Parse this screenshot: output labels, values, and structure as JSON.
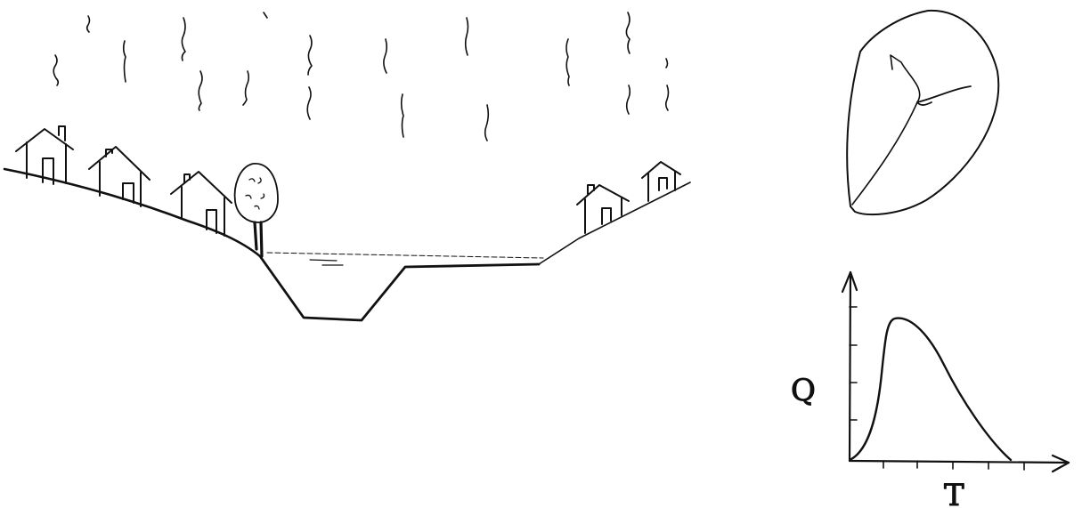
{
  "hydrograph": {
    "y_label": "Q",
    "x_label": "T"
  },
  "colors": {
    "ink": "#111111",
    "background": "#ffffff"
  },
  "elements": {
    "rain": "raindrop-icons",
    "houses": "house-icons",
    "tree": "tree-icon",
    "river": "river-channel",
    "catchment": "catchment-outline"
  }
}
